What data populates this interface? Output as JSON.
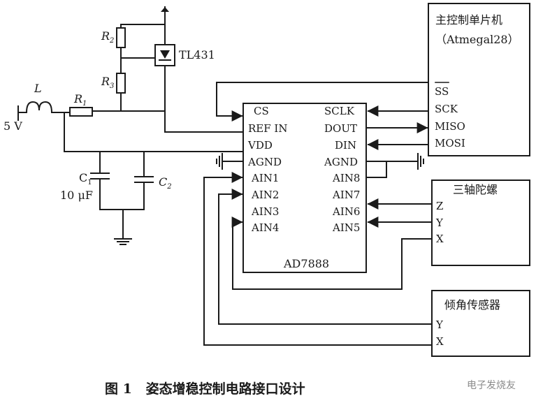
{
  "mcu": {
    "title": "主控制单片机",
    "model": "（Atmegal28）",
    "pins": [
      "SS",
      "SCK",
      "MISO",
      "MOSI"
    ]
  },
  "adc": {
    "name": "AD7888",
    "left_pins": [
      "CS",
      "REF IN",
      "VDD",
      "AGND",
      "AIN1",
      "AIN2",
      "AIN3",
      "AIN4"
    ],
    "right_pins": [
      "SCLK",
      "DOUT",
      "DIN",
      "AGND",
      "AIN8",
      "AIN7",
      "AIN6",
      "AIN5"
    ]
  },
  "gyro": {
    "title": "三轴陀螺",
    "pins": [
      "Z",
      "Y",
      "X"
    ]
  },
  "tilt": {
    "title": "倾角传感器",
    "pins": [
      "Y",
      "X"
    ]
  },
  "components": {
    "inductor": "L",
    "r1": {
      "letter": "R",
      "sub": "1"
    },
    "r2": {
      "letter": "R",
      "sub": "2"
    },
    "r3": {
      "letter": "R",
      "sub": "3"
    },
    "c1": {
      "letter": "C",
      "sub": "1",
      "value": "10 μF"
    },
    "c2": {
      "letter": "C",
      "sub": "2"
    },
    "regulator": "TL431",
    "supply": "5 V"
  },
  "caption": "图 1   姿态增稳控制电路接口设计",
  "watermark": "电子发烧友"
}
